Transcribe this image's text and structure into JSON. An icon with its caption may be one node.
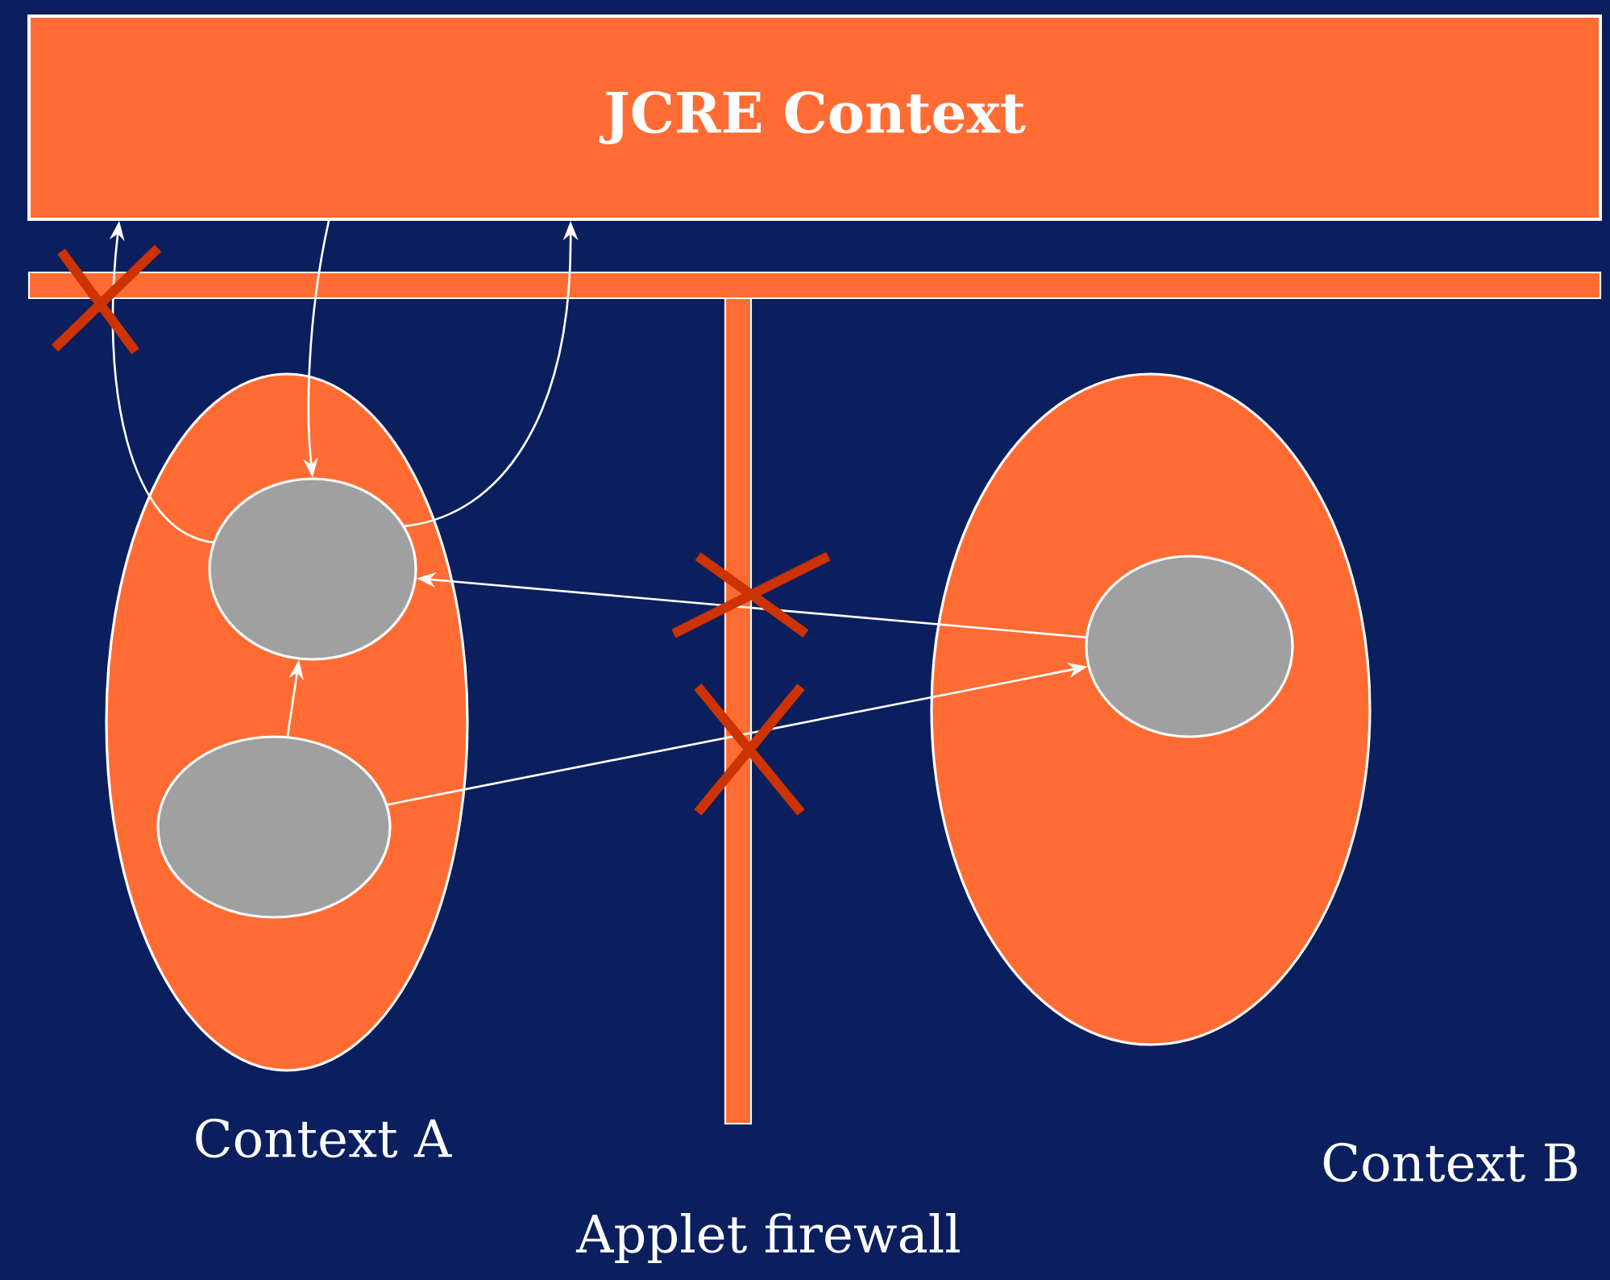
{
  "diagram": {
    "nodes": [
      {
        "text": [
          "JCRE Context"
        ]
      },
      {
        "text": [
          "Context A"
        ]
      },
      {
        "text": [
          "Context B"
        ]
      },
      {
        "text": [],
        "shape": "ellipse",
        "in": 1
      },
      {
        "text": [],
        "shape": "ellipse",
        "in": 1
      },
      {
        "text": [],
        "shape": "ellipse",
        "in": 2
      }
    ],
    "edges": [
      {
        "from": 3,
        "to": 0,
        "arrow": "to"
      },
      {
        "from": 0,
        "to": 3,
        "arrow": "to"
      },
      {
        "from": 3,
        "to": 0,
        "arrow": "to"
      },
      {
        "from": 5,
        "to": 3,
        "arrow": "to"
      },
      {
        "from": 4,
        "to": 5,
        "arrow": "to"
      },
      {
        "from": 4,
        "to": 3,
        "arrow": "to"
      }
    ],
    "labels": [
      "Applet firewall"
    ]
  }
}
